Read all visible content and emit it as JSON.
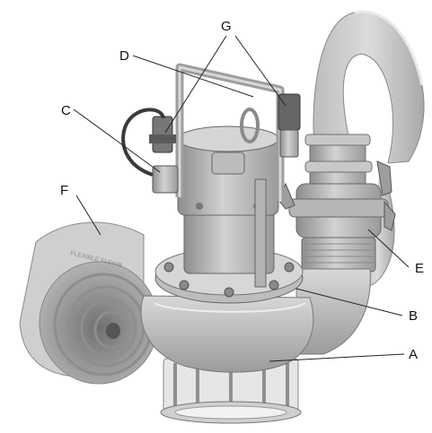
{
  "figure": {
    "hose_print": "FLEXIBLE FLEXIB",
    "callouts": {
      "a": "A",
      "b": "B",
      "c": "C",
      "d": "D",
      "e": "E",
      "f": "F",
      "g": "G"
    }
  }
}
